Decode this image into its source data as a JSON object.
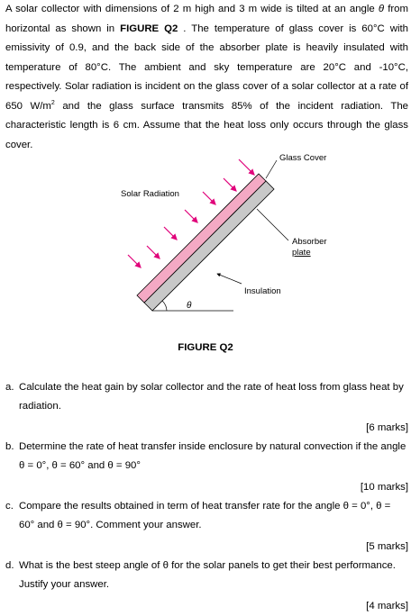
{
  "intro": {
    "p1": "A solar collector with dimensions of 2 m high and 3 m wide is tilted at an angle ",
    "theta": "θ",
    "p2": " from horizontal as shown in ",
    "fig_ref": "FIGURE Q2",
    "p3": " . The temperature of glass cover is  60°C with emissivity of 0.9, and the back side of the absorber plate is heavily insulated with temperature of 80°C. The ambient and sky temperature are 20°C and -10°C, respectively. Solar radiation is incident on the glass cover of a solar collector at a rate of 650 W/m",
    "sup": "2",
    "p4": " and the glass surface transmits 85% of the incident radiation. The characteristic length is 6 cm. Assume that the  heat loss only occurs through the glass cover."
  },
  "figure": {
    "label_glass_cover": "Glass Cover",
    "label_solar_radiation": "Solar Radiation",
    "label_absorber_1": "Absorber",
    "label_absorber_2": "plate",
    "label_insulation": "Insulation",
    "label_theta": "θ",
    "caption": "FIGURE Q2"
  },
  "questions": [
    {
      "letter": "a.",
      "text": "Calculate the heat gain by solar collector and the rate of heat loss from glass heat by radiation.",
      "marks": "[6 marks]"
    },
    {
      "letter": "b.",
      "text": "Determine the rate of heat transfer inside enclosure by natural convection if the angle θ = 0°, θ = 60° and θ = 90°",
      "marks": "[10 marks]"
    },
    {
      "letter": "c.",
      "text": "Compare the results obtained in term of heat transfer rate for the angle θ = 0°, θ = 60° and θ = 90°. Comment your answer.",
      "marks": "[5 marks]"
    },
    {
      "letter": "d.",
      "text": "What is the best steep angle of θ for the solar panels to get their best performance. Justify your answer.",
      "marks": "[4 marks]"
    }
  ],
  "colors": {
    "glass": "#f4a9c4",
    "absorber": "#c8c8c8",
    "arrow": "#e0007a"
  }
}
